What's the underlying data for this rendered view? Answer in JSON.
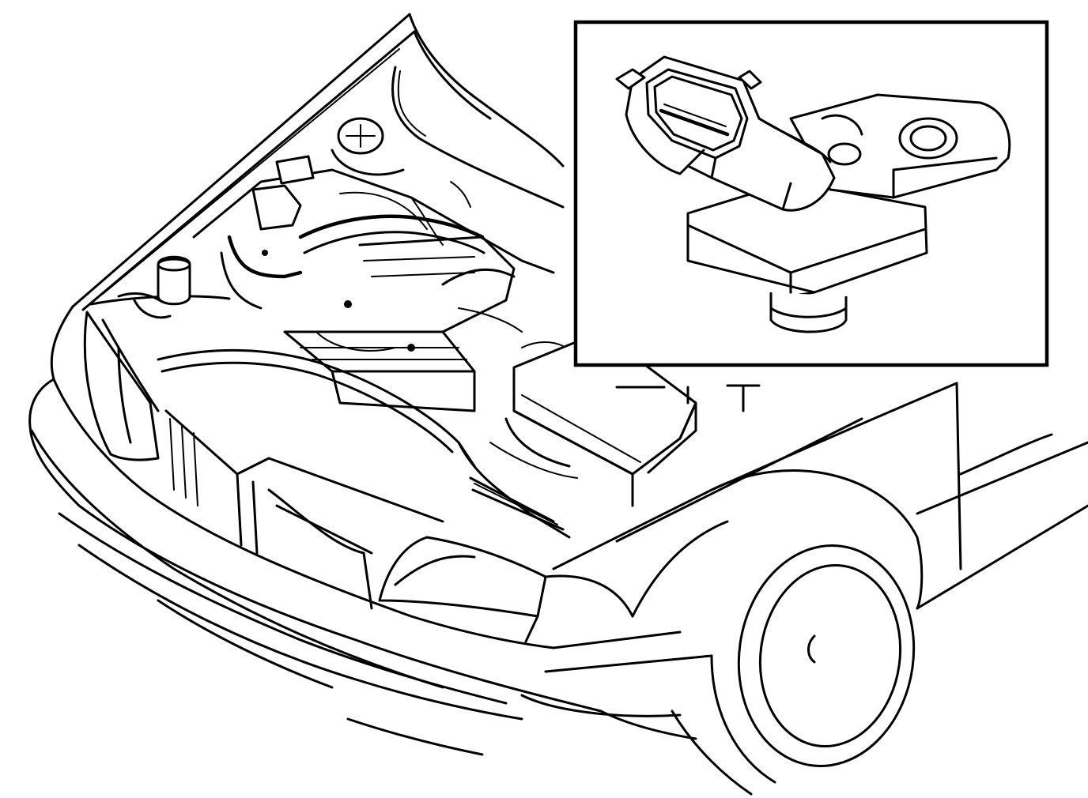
{
  "figure": {
    "kind": "line-drawing",
    "subject": "car-engine-bay-with-sensor-inset",
    "colors": {
      "ink": "#000000",
      "paper": "#ffffff"
    },
    "parts": [
      {
        "id": "hood",
        "icon": "raised-hood"
      },
      {
        "id": "engine-bay",
        "icon": "engine-components"
      },
      {
        "id": "front-bumper",
        "icon": "bumper"
      },
      {
        "id": "left-headlight",
        "icon": "headlight"
      },
      {
        "id": "right-headlight",
        "icon": "headlight"
      },
      {
        "id": "front-wheel",
        "icon": "wheel"
      },
      {
        "id": "air-filter-box",
        "icon": "air-box"
      },
      {
        "id": "sensor-detail-inset",
        "icon": "pressure-sensor"
      }
    ]
  }
}
